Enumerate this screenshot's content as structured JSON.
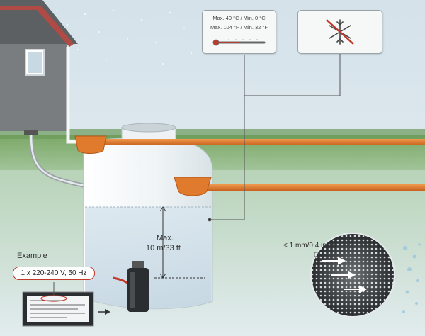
{
  "temperature_card": {
    "line_celsius": "Max. 40 °C / Min. 0 °C",
    "line_fahrenheit": "Max. 104 °F / Min. 32 °F",
    "icon": "thermometer-icon"
  },
  "frost_card": {
    "icon": "no-frost-snowflake-icon"
  },
  "depth": {
    "line1": "Max.",
    "line2": "10 m/33 ft"
  },
  "example": {
    "label": "Example",
    "rating": "1 x 220-240 V, 50 Hz"
  },
  "filter": {
    "label": "< 1 mm/0.4 inch"
  },
  "colors": {
    "pipe_orange": "#e07a2c",
    "tank_white": "#eef2f4",
    "water_blue": "#cfe0ea",
    "grass_green": "#7da86a",
    "sky": "#d7e3ea",
    "roof_red": "#b04a44",
    "highlight_red": "#c0392b"
  }
}
